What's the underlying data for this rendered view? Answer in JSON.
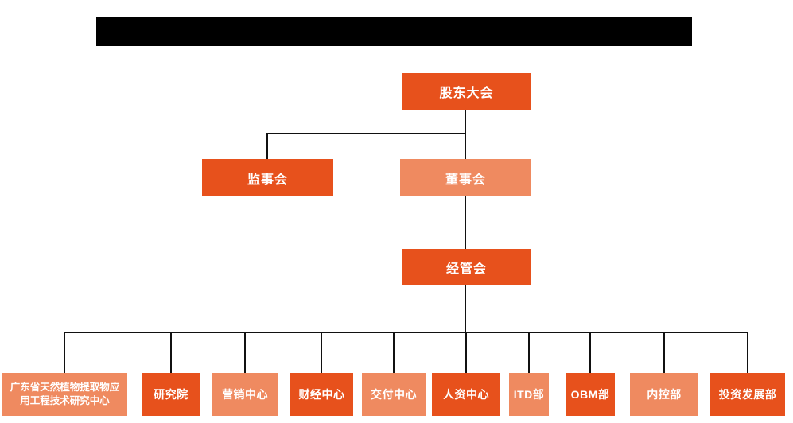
{
  "page": {
    "background_color": "#ffffff",
    "redacted_title_bar": {
      "color": "#000000",
      "note": "solid black bar covering the chart title area"
    }
  },
  "colors": {
    "primary_box": "#E7511C",
    "secondary_box": "#EF8A60",
    "connector_line": "#111111",
    "box_text": "#ffffff"
  },
  "org_chart": {
    "type": "organization-hierarchy",
    "nodes": {
      "shareholders_meeting": {
        "label": "股东大会",
        "variant": "primary"
      },
      "supervisory_board": {
        "label": "监事会",
        "variant": "primary"
      },
      "board_of_directors": {
        "label": "董事会",
        "variant": "secondary"
      },
      "management_committee": {
        "label": "经管会",
        "variant": "primary"
      },
      "departments": [
        {
          "label": "广东省天然植物提取物应用工程技术研究中心",
          "variant": "secondary"
        },
        {
          "label": "研究院",
          "variant": "primary"
        },
        {
          "label": "营销中心",
          "variant": "secondary"
        },
        {
          "label": "财经中心",
          "variant": "primary"
        },
        {
          "label": "交付中心",
          "variant": "secondary"
        },
        {
          "label": "人资中心",
          "variant": "primary"
        },
        {
          "label": "ITD部",
          "variant": "secondary"
        },
        {
          "label": "OBM部",
          "variant": "primary"
        },
        {
          "label": "内控部",
          "variant": "secondary"
        },
        {
          "label": "投资发展部",
          "variant": "primary"
        }
      ]
    },
    "edges": [
      {
        "from": "股东大会",
        "to": "监事会"
      },
      {
        "from": "股东大会",
        "to": "董事会"
      },
      {
        "from": "董事会",
        "to": "经管会"
      },
      {
        "from": "经管会",
        "to": "广东省天然植物提取物应用工程技术研究中心"
      },
      {
        "from": "经管会",
        "to": "研究院"
      },
      {
        "from": "经管会",
        "to": "营销中心"
      },
      {
        "from": "经管会",
        "to": "财经中心"
      },
      {
        "from": "经管会",
        "to": "交付中心"
      },
      {
        "from": "经管会",
        "to": "人资中心"
      },
      {
        "from": "经管会",
        "to": "ITD部"
      },
      {
        "from": "经管会",
        "to": "OBM部"
      },
      {
        "from": "经管会",
        "to": "内控部"
      },
      {
        "from": "经管会",
        "to": "投资发展部"
      }
    ]
  }
}
